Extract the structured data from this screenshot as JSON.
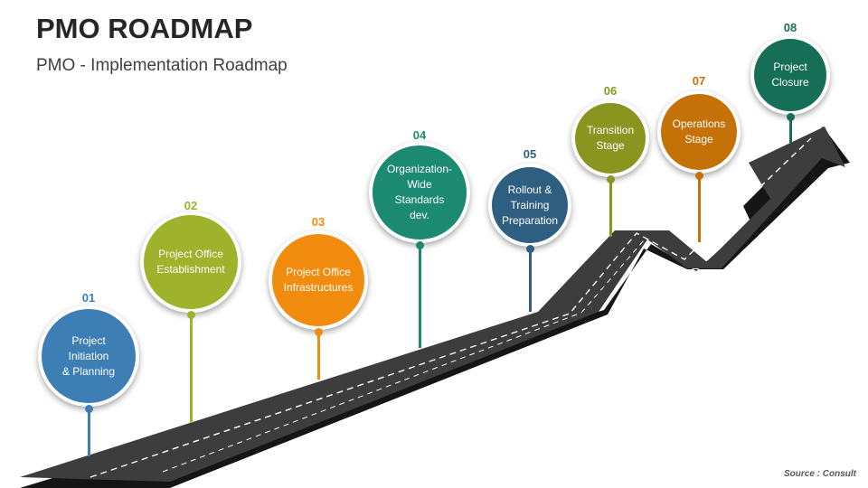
{
  "title": "PMO ROADMAP",
  "subtitle": "PMO - Implementation Roadmap",
  "source": "Source : Consult",
  "road": {
    "asphalt": "#3d3d3d",
    "edge": "#1a1a1a",
    "dash": "#ffffff"
  },
  "milestones": [
    {
      "num": "01",
      "label": "Project\nInitiation\n& Planning",
      "color": "#3d7fb5"
    },
    {
      "num": "02",
      "label": "Project Office\nEstablishment",
      "color": "#9fb22c"
    },
    {
      "num": "03",
      "label": "Project Office\nInfrastructures",
      "color": "#f28c0f"
    },
    {
      "num": "04",
      "label": "Organization-\nWide\nStandards\ndev.",
      "color": "#1b8a70"
    },
    {
      "num": "05",
      "label": "Rollout &\nTraining\nPreparation",
      "color": "#2e5f80"
    },
    {
      "num": "06",
      "label": "Transition\nStage",
      "color": "#8a9520"
    },
    {
      "num": "07",
      "label": "Operations\nStage",
      "color": "#c47108"
    },
    {
      "num": "08",
      "label": "Project\nClosure",
      "color": "#176e56"
    }
  ]
}
